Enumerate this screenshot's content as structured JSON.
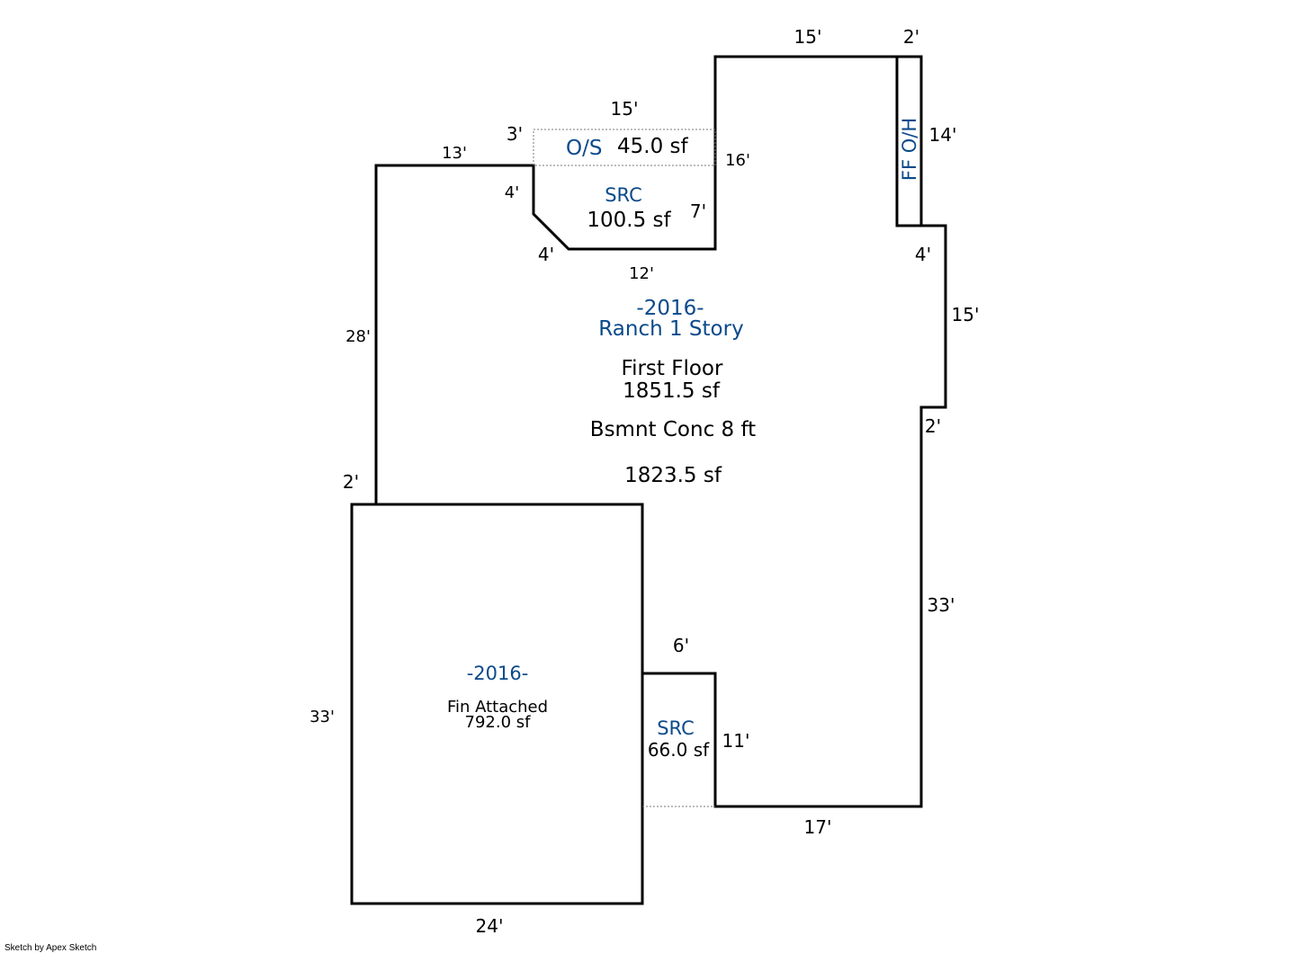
{
  "main_area": {
    "year": "-2016-",
    "style": "Ranch 1 Story",
    "floor": "First Floor",
    "floor_area": "1851.5 sf",
    "basement": "Bsmnt Conc 8 ft",
    "basement_area": "1823.5 sf"
  },
  "garage": {
    "year": "-2016-",
    "type": "Fin Attached",
    "area": "792.0 sf"
  },
  "src_north": {
    "label": "SRC",
    "area": "100.5 sf"
  },
  "src_south": {
    "label": "SRC",
    "area": "66.0 sf"
  },
  "os": {
    "label": "O/S",
    "area": "45.0 sf"
  },
  "ff_oh": {
    "label": "FF O/H"
  },
  "dimensions": {
    "top_right": "15'",
    "ff_width": "2'",
    "os_width": "15'",
    "os_depth": "3'",
    "west_top": "13'",
    "src_depth": "16'",
    "src_west": "4'",
    "src_east": "7'",
    "src_diag": "4'",
    "src_bottom": "12'",
    "ff_height": "14'",
    "east_jog": "4'",
    "east_upper": "15'",
    "east_jog2": "2'",
    "west_side": "28'",
    "west_jog": "2'",
    "east_lower": "33'",
    "garage_side": "33'",
    "src2_top": "6'",
    "src2_side": "11'",
    "south": "17'",
    "garage_bottom": "24'"
  },
  "credit": "Sketch by Apex Sketch"
}
